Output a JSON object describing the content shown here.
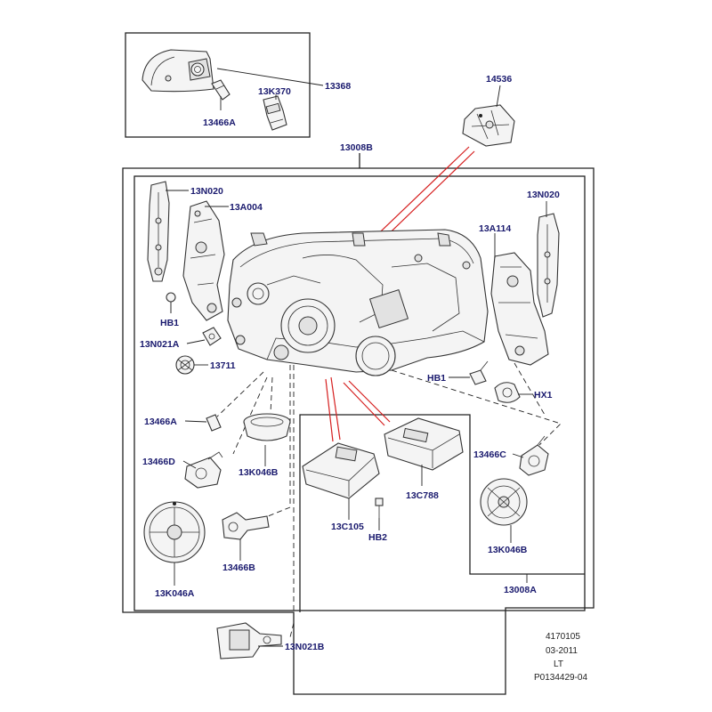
{
  "labels": {
    "p13368": "13368",
    "p13k370": "13K370",
    "p13466a_top": "13466A",
    "p14536": "14536",
    "p13008b": "13008B",
    "p13n020_left": "13N020",
    "p13a004": "13A004",
    "p13n020_right": "13N020",
    "p13a114": "13A114",
    "hb1_left": "HB1",
    "p13n021a": "13N021A",
    "p13711": "13711",
    "hb1_right": "HB1",
    "hx1": "HX1",
    "p13466a": "13466A",
    "p13466d": "13466D",
    "p13k046b_left": "13K046B",
    "p13466c": "13466C",
    "p13c788": "13C788",
    "p13c105": "13C105",
    "hb2": "HB2",
    "p13k046b_right": "13K046B",
    "p13k046a": "13K046A",
    "p13466b": "13466B",
    "p13008a": "13008A",
    "p13n021b": "13N021B"
  },
  "footer": {
    "code": "4170105",
    "date": "03-2011",
    "side": "LT",
    "ref": "P0134429-04"
  },
  "colors": {
    "label_text": "#1a1a6e",
    "line": "#222222",
    "highlight_line": "#d62020"
  }
}
